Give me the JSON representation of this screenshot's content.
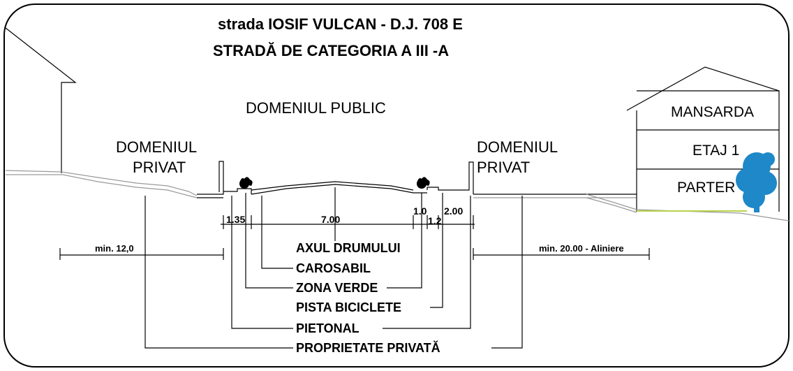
{
  "title": {
    "line1": "strada IOSIF VULCAN - D.J. 708 E",
    "line2": "STRADĂ DE CATEGORIA A III -A"
  },
  "zones": {
    "public": "DOMENIUL PUBLIC",
    "private_left": [
      "DOMENIUL",
      "PRIVAT"
    ],
    "private_right": [
      "DOMENIUL",
      "PRIVAT"
    ]
  },
  "building_right": {
    "floors": [
      "MANSARDA",
      "ETAJ 1",
      "PARTER"
    ]
  },
  "dimensions": {
    "left_sidewalk": "1.35",
    "carriageway": "7.00",
    "green_right": "1.0",
    "bike_right": "1.2",
    "sidewalk_right": "2.00",
    "min_left": "min. 12,0",
    "min_right": "min. 20.00 - Aliniere"
  },
  "legend": [
    "AXUL DRUMULUI",
    "CAROSABIL",
    "ZONA VERDE",
    "PISTA BICICLETE",
    "PIETONAL",
    "PROPRIETATE PRIVATĂ"
  ],
  "colors": {
    "tree": "#1e88c8",
    "ground_accent": "#b7d24a",
    "ink": "#000000"
  }
}
